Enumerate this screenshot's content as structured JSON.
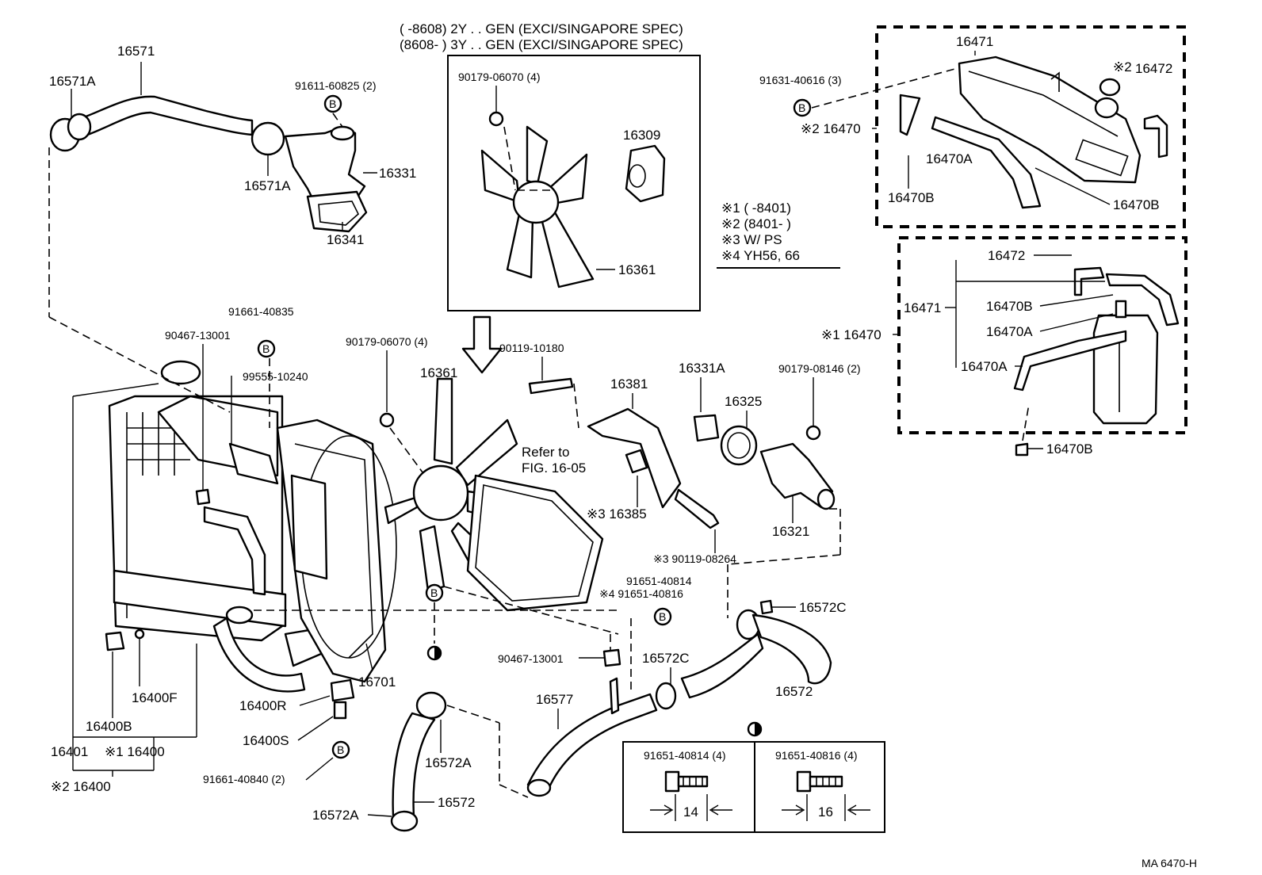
{
  "labels": {
    "l16571": "16571",
    "l16571A_top": "16571A",
    "l16571A_bot": "16571A",
    "l91611": "91611-60825 (2)",
    "l16331": "16331",
    "l16341": "16341",
    "spec1": "(        -8608) 2Y . . GEN (EXCI/SINGAPORE  SPEC)",
    "spec2": "(8608-        ) 3Y . . GEN (EXCI/SINGAPORE  SPEC)",
    "l90179_inset": "90179-06070 (4)",
    "l16309": "16309",
    "l16361_inset": "16361",
    "l91631": "91631-40616 (3)",
    "l16470_2": "※2 16470",
    "l16470A_top": "16470A",
    "l16470B_top1": "16470B",
    "l16470B_top2": "16470B",
    "l16471_top": "16471",
    "l16472_mark": "※2",
    "l16472_top": "16472",
    "note1": "※1 (        -8401)",
    "note2": "※2 (8401-          )",
    "note3": "※3 W/ PS",
    "note4": "※4 YH56, 66",
    "l16472_mid": "16472",
    "l16471_mid": "16471",
    "l16470B_mid": "16470B",
    "l16470A_mid1": "16470A",
    "l16470A_mid2": "16470A",
    "l16470_1": "※1 16470",
    "l16470B_bot": "16470B",
    "l91661_40835": "91661-40835",
    "l90467_top": "90467-13001",
    "l99555": "99555-10240",
    "l90179_main": "90179-06070 (4)",
    "l16361_main": "16361",
    "l90119_10180": "90119-10180",
    "l16381": "16381",
    "l16331A": "16331A",
    "l90179_08146": "90179-08146 (2)",
    "l16325": "16325",
    "refer1": "Refer to",
    "refer2": "FIG. 16-05",
    "l16385": "※3 16385",
    "l16321": "16321",
    "l90119_08264": "※3 90119-08264",
    "l91651_40814": "91651-40814",
    "l91651_40816": "※4 91651-40816",
    "l16572C_right": "16572C",
    "l90467_bot": "90467-13001",
    "l16572C_mid": "16572C",
    "l16572_right": "16572",
    "l16577": "16577",
    "l16701": "16701",
    "l16400F": "16400F",
    "l16400B": "16400B",
    "l16400R": "16400R",
    "l16400S": "16400S",
    "l16401": "16401",
    "l16400_1": "※1 16400",
    "l16400_2": "※2  16400",
    "l91661_40840": "91661-40840 (2)",
    "l16572A_mid": "16572A",
    "l16572A_bot": "16572A",
    "l16572_bot": "16572",
    "bolt1_title": "91651-40814 (4)",
    "bolt2_title": "91651-40816 (4)",
    "bolt1_len": "14",
    "bolt2_len": "16",
    "drawing_code": "MA  6470-H"
  },
  "callout_letter": "B"
}
